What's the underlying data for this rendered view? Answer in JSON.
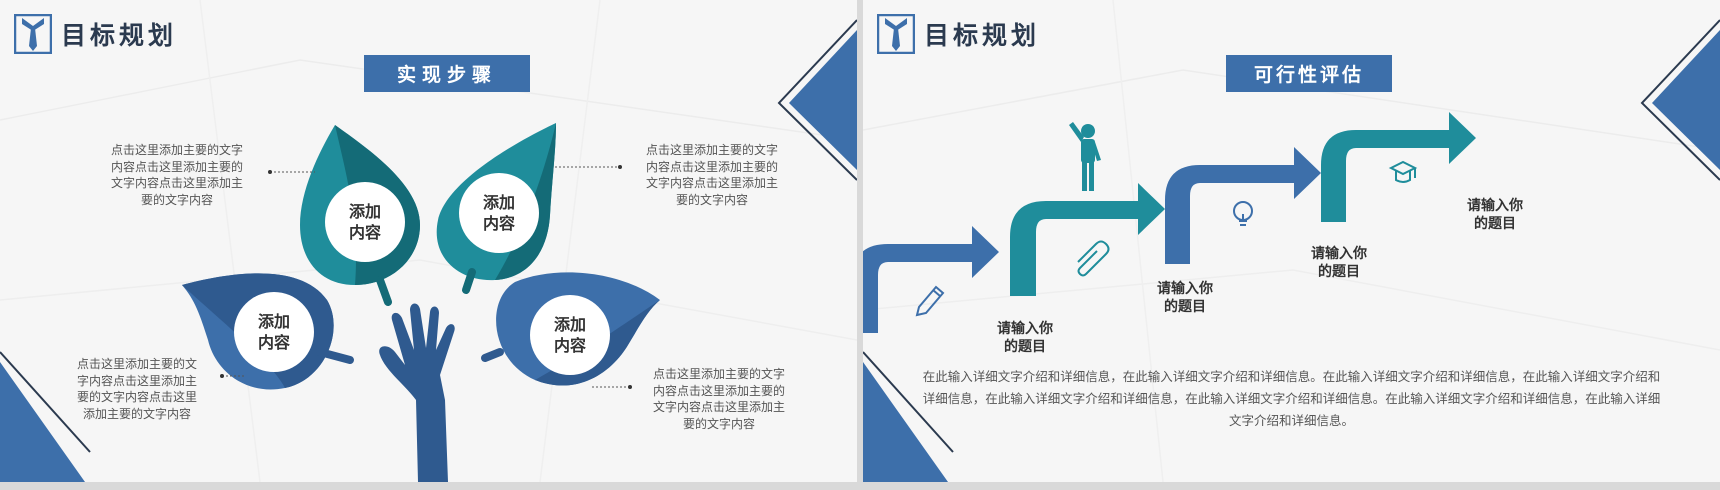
{
  "colors": {
    "blue": "#3d6faa",
    "teal": "#1f8d9b",
    "dark_teal": "#146b77",
    "text_dark": "#2b3a4f",
    "annotation": "#555555"
  },
  "left": {
    "title": "目标规划",
    "logo_icon": "shirt-tie-icon",
    "banner": "实现步骤",
    "leaves": [
      {
        "label": "添加\n内容"
      },
      {
        "label": "添加\n内容"
      },
      {
        "label": "添加\n内容"
      },
      {
        "label": "添加\n内容"
      }
    ],
    "annotations": [
      "点击这里添加主要的文字\n内容点击这里添加主要的\n文字内容点击这里添加主\n要的文字内容",
      "点击这里添加主要的文字\n内容点击这里添加主要的\n文字内容点击这里添加主\n要的文字内容",
      "点击这里添加主要的文\n字内容点击这里添加主\n要的文字内容点击这里\n添加主要的文字内容",
      "点击这里添加主要的文字\n内容点击这里添加主要的\n文字内容点击这里添加主\n要的文字内容"
    ]
  },
  "right": {
    "title": "目标规划",
    "logo_icon": "shirt-tie-icon",
    "banner": "可行性评估",
    "steps": [
      {
        "label": "请输入你\n的题目",
        "icon": "pencil-icon"
      },
      {
        "label": "请输入你\n的题目",
        "icon": "paperclip-icon"
      },
      {
        "label": "请输入你\n的题目",
        "icon": "lightbulb-icon"
      },
      {
        "label": "请输入你\n的题目",
        "icon": "graduation-cap-icon"
      }
    ],
    "person_icon": "person-raising-hand-icon",
    "description": "在此输入详细文字介绍和详细信息，在此输入详细文字介绍和详细信息。在此输入详细文字介绍和详细信息，在此输入详细文字介绍和详细信息，在此输入详细文字介绍和详细信息，在此输入详细文字介绍和详细信息。在此输入详细文字介绍和详细信息，在此输入详细文字介绍和详细信息。"
  }
}
